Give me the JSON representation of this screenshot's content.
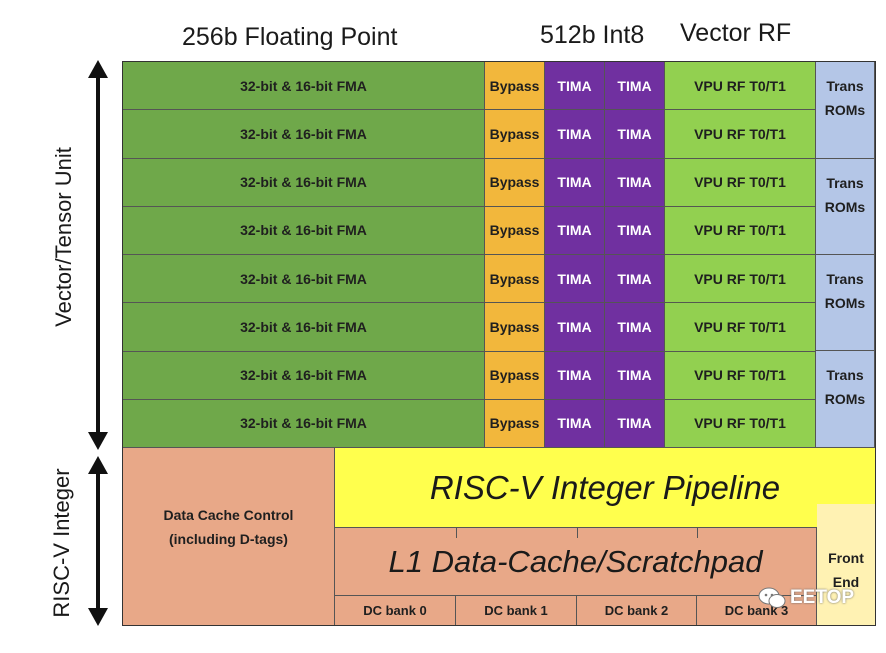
{
  "headers": {
    "floating_point": "256b Floating Point",
    "int8": "512b Int8",
    "vector_rf": "Vector RF"
  },
  "side_labels": {
    "vector_tensor": "Vector/Tensor Unit",
    "riscv_integer": "RISC-V Integer"
  },
  "rows": [
    {
      "fma": "32-bit & 16-bit FMA",
      "bypass": "Bypass",
      "tima1": "TIMA",
      "tima2": "TIMA",
      "vpu": "VPU RF T0/T1"
    },
    {
      "fma": "32-bit & 16-bit FMA",
      "bypass": "Bypass",
      "tima1": "TIMA",
      "tima2": "TIMA",
      "vpu": "VPU RF T0/T1"
    },
    {
      "fma": "32-bit & 16-bit FMA",
      "bypass": "Bypass",
      "tima1": "TIMA",
      "tima2": "TIMA",
      "vpu": "VPU RF T0/T1"
    },
    {
      "fma": "32-bit & 16-bit FMA",
      "bypass": "Bypass",
      "tima1": "TIMA",
      "tima2": "TIMA",
      "vpu": "VPU RF T0/T1"
    },
    {
      "fma": "32-bit & 16-bit FMA",
      "bypass": "Bypass",
      "tima1": "TIMA",
      "tima2": "TIMA",
      "vpu": "VPU RF T0/T1"
    },
    {
      "fma": "32-bit & 16-bit FMA",
      "bypass": "Bypass",
      "tima1": "TIMA",
      "tima2": "TIMA",
      "vpu": "VPU RF T0/T1"
    },
    {
      "fma": "32-bit & 16-bit FMA",
      "bypass": "Bypass",
      "tima1": "TIMA",
      "tima2": "TIMA",
      "vpu": "VPU RF T0/T1"
    },
    {
      "fma": "32-bit & 16-bit FMA",
      "bypass": "Bypass",
      "tima1": "TIMA",
      "tima2": "TIMA",
      "vpu": "VPU RF T0/T1"
    }
  ],
  "trans_roms": [
    {
      "line1": "Trans",
      "line2": "ROMs"
    },
    {
      "line1": "Trans",
      "line2": "ROMs"
    },
    {
      "line1": "Trans",
      "line2": "ROMs"
    },
    {
      "line1": "Trans",
      "line2": "ROMs"
    }
  ],
  "integer": {
    "data_cache_control_line1": "Data Cache Control",
    "data_cache_control_line2": "(including D-tags)",
    "pipeline": "RISC-V Integer Pipeline",
    "l1_cache": "L1 Data-Cache/Scratchpad",
    "front_end_line1": "Front",
    "front_end_line2": "End",
    "banks": [
      "DC bank 0",
      "DC bank 1",
      "DC bank 2",
      "DC bank 3"
    ]
  },
  "watermark": "EETOP",
  "colors": {
    "fma": "#6fa84a",
    "bypass": "#f2b73c",
    "tima": "#7030a0",
    "vpu": "#92d050",
    "trans_roms": "#b4c6e7",
    "cache": "#e8a888",
    "pipeline": "#ffff4d",
    "front_end": "#fff2b3"
  }
}
